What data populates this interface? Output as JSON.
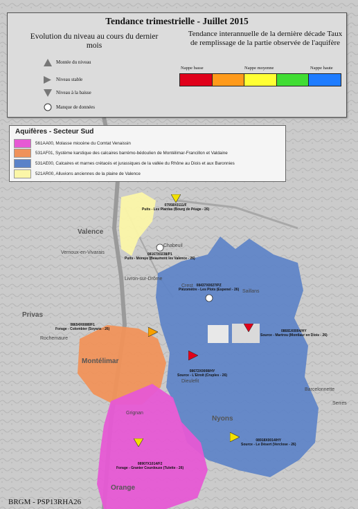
{
  "header": {
    "title": "Tendance trimestrielle - Juillet 2015",
    "evolution_title": "Evolution du niveau au cours du dernier mois",
    "tendance_title": "Tendance interannuelle de la dernière décade Taux de remplissage de la partie observée de l'aquifère",
    "legend": [
      {
        "symbol": "triangle-up-icon",
        "label": "Montée du niveau"
      },
      {
        "symbol": "triangle-right-icon",
        "label": "Niveau stable"
      },
      {
        "symbol": "triangle-down-icon",
        "label": "Niveau à la baisse"
      },
      {
        "symbol": "circle-icon",
        "label": "Manque de données"
      }
    ],
    "scale_labels": {
      "low": "Nappe basse",
      "mid": "Nappe moyenne",
      "high": "Nappe haute"
    },
    "scale_colors": [
      "#e0001a",
      "#ff9a1a",
      "#ffff33",
      "#40dd33",
      "#1e7cff"
    ]
  },
  "aquifers": {
    "title": "Aquifères - Secteur Sud",
    "items": [
      {
        "code": "561AA00, Molasse miocène du Comtat Venaissin",
        "color": "#e659d4"
      },
      {
        "code": "531AF01, Système karstique des calcaires barrémo-bédoulien de Montélimar-Francillon et Valdaine",
        "color": "#f0925a"
      },
      {
        "code": "531AE00, Calcaires et marnes crétacés et jurassiques de la vallée du Rhône au Diois et aux Baronnies",
        "color": "#5b82c8"
      },
      {
        "code": "521AR00, Alluvions anciennes de la plaine de Valence",
        "color": "#fbf6a8"
      }
    ]
  },
  "points": [
    {
      "id": "07958X0111/F",
      "name": "Puits - Les Plantas (Bourg de Péage - 26)",
      "symbol": "triangle-down-icon",
      "color": "#f2e100"
    },
    {
      "id": "08167X0238/P1",
      "name": "Puits - Moraye (Beaumont les Valence - 26)",
      "symbol": "circle-icon",
      "color": "#ffffff"
    },
    {
      "id": "08437X0027/PZ",
      "name": "Piézomètre - Les Plots (Espenel - 26)",
      "symbol": "circle-icon",
      "color": "#ffffff"
    },
    {
      "id": "08654X0088/F1",
      "name": "Forage - Colombier (Soyans - 26)",
      "symbol": "triangle-right-icon",
      "color": "#f7a000"
    },
    {
      "id": "08681X0004/HY",
      "name": "Source - Martrou (Montlaur en Diois - 26)",
      "symbol": "triangle-down-icon",
      "color": "#e0001a"
    },
    {
      "id": "08672X0008/HY",
      "name": "Source - L'Etroit (Cruples - 26)",
      "symbol": "triangle-right-icon",
      "color": "#e0001a"
    },
    {
      "id": "08918X0014/HY",
      "name": "Source - Le Désert (Verclose - 26)",
      "symbol": "triangle-right-icon",
      "color": "#f2e100"
    },
    {
      "id": "08907X1014/F2",
      "name": "Forage - Granier Courdouze (Tulette - 26)",
      "symbol": "triangle-down-icon",
      "color": "#f2e100"
    }
  ],
  "towns": [
    "Valence",
    "Privas",
    "Montélimar",
    "Nyons",
    "Orange",
    "Crest",
    "Dieulefit",
    "Grignan",
    "Rochemaure",
    "Chabeuil",
    "Livron-sur-Drôme",
    "Vernoux-en-Vivarais",
    "Saillans",
    "Serres",
    "Barcelonnette"
  ],
  "footer": "BRGM - PSP13RHA26"
}
